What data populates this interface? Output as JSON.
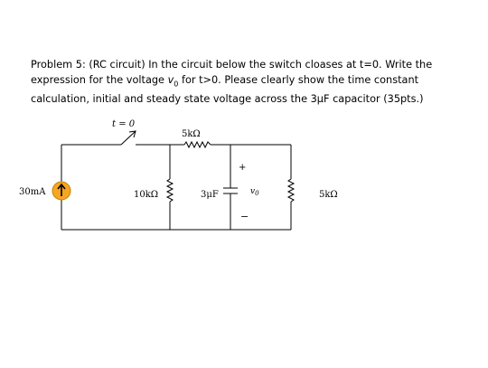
{
  "problem": {
    "line1": "Problem 5: (RC circuit) In the circuit below the switch cloases at t=0. Write the",
    "line2_pre": "expression for the voltage ",
    "line2_var": "v",
    "line2_sub": "0",
    "line2_post": " for t>0. Please clearly show the time constant",
    "line3": "calculation, initial and steady state voltage across the 3μF capacitor (35pts.)"
  },
  "circuit": {
    "switch_label": "t = 0",
    "source_label": "30mA",
    "r1_label": "10kΩ",
    "r2_label": "5kΩ",
    "c_label": "3μF",
    "r3_label": "5kΩ",
    "vo_var": "v",
    "vo_sub": "0",
    "plus": "+",
    "minus": "−",
    "source_color": "#f5a623"
  }
}
